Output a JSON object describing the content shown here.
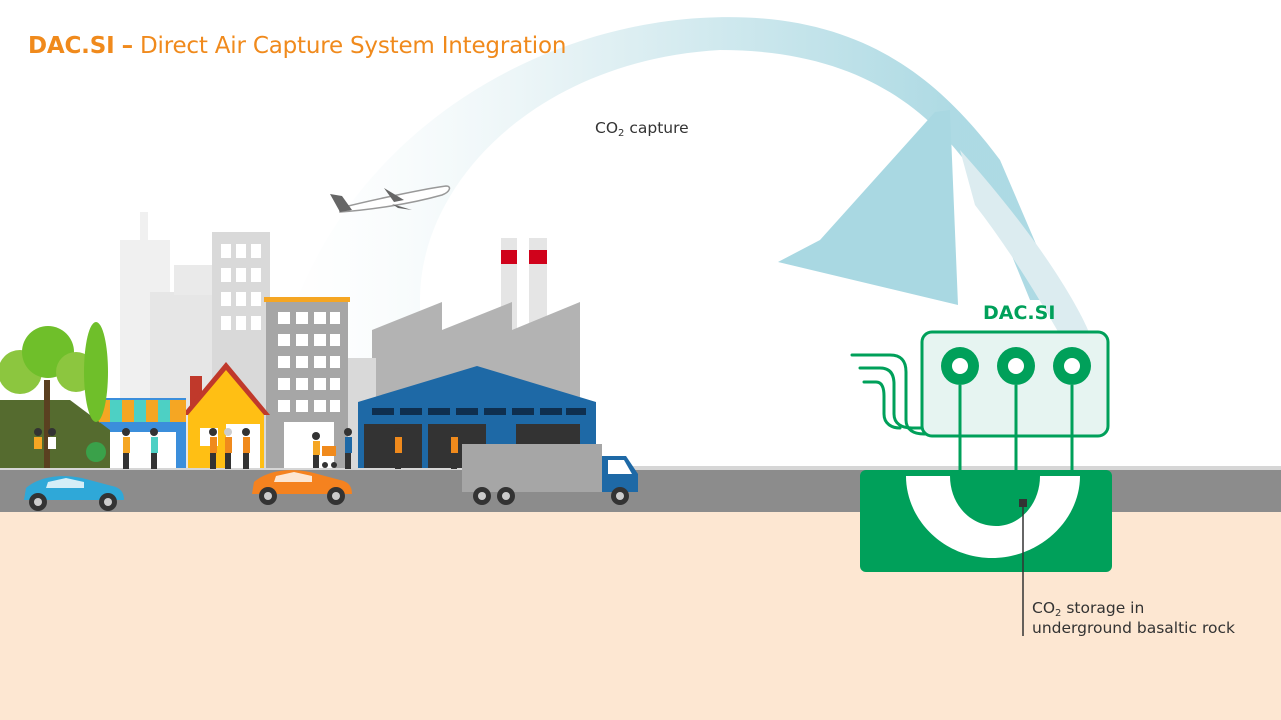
{
  "header": {
    "title_bold": "DAC.SI",
    "title_dash": "–",
    "title_rest": "Direct Air Capture System Integration"
  },
  "labels": {
    "capture_prefix": "CO",
    "capture_sub": "2",
    "capture_suffix": "capture",
    "unit_name": "DAC.SI",
    "storage_prefix": "CO",
    "storage_sub": "2",
    "storage_line1_suffix": "storage in",
    "storage_line2": "underground basaltic rock"
  },
  "colors": {
    "title": "#f08a1c",
    "dac_green": "#00a05a",
    "arrow_teal": "#a9d8e2",
    "ground": "#fde7d2",
    "road": "#8c8c8c",
    "warehouse_blue": "#1e69a6",
    "house_yellow": "#ffbf14"
  }
}
